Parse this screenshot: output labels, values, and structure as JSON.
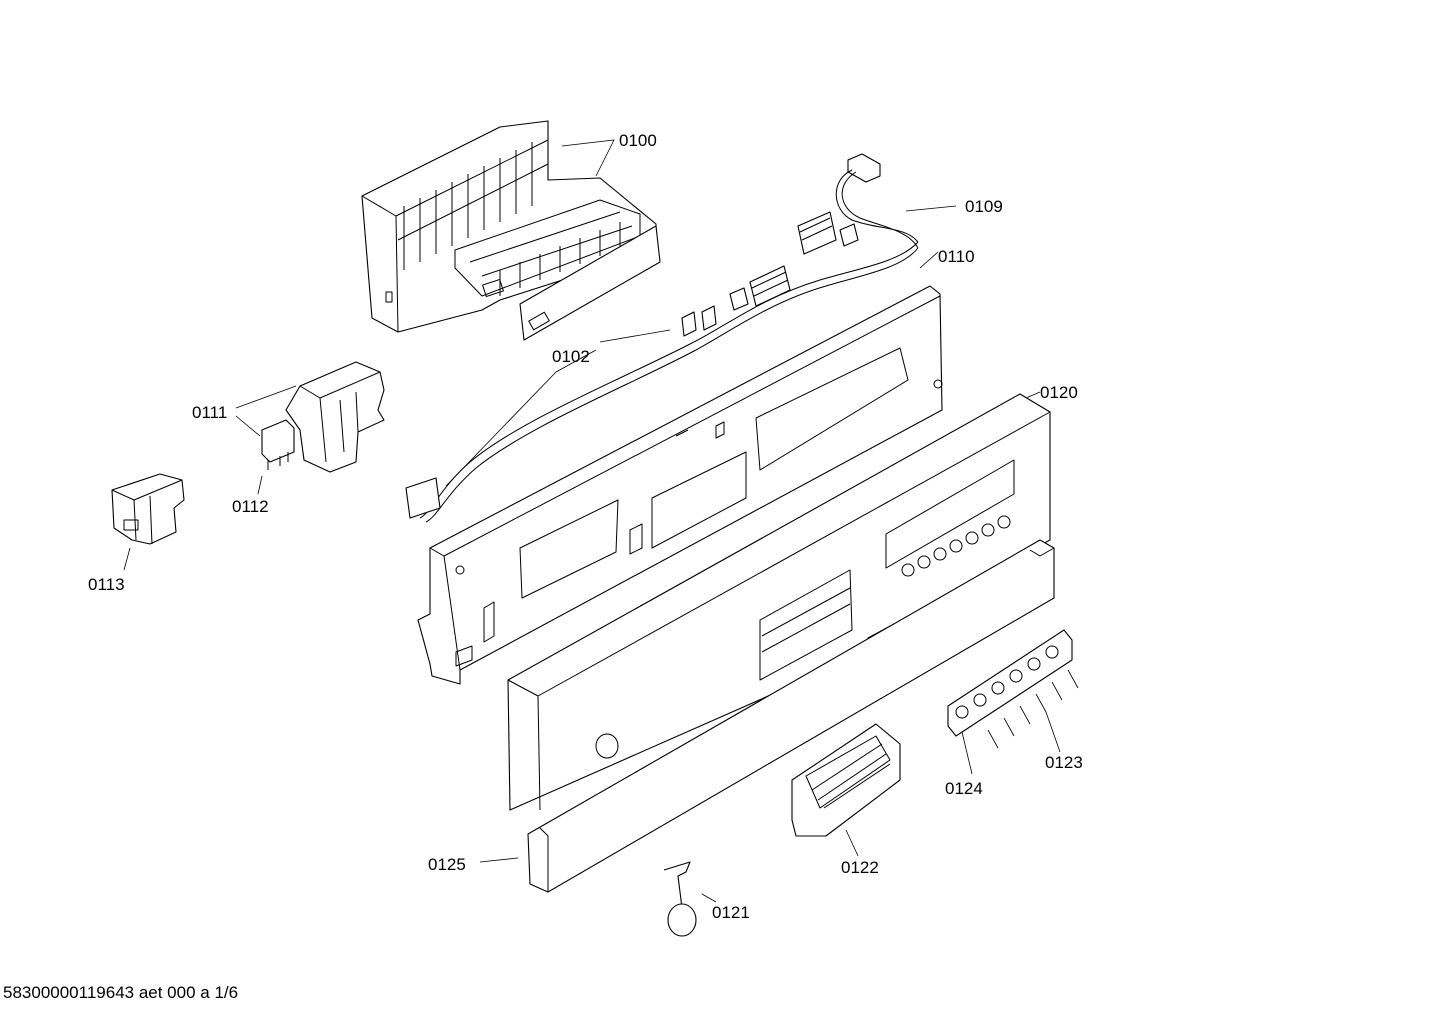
{
  "diagram": {
    "labels": {
      "p0100": "0100",
      "p0109": "0109",
      "p0110": "0110",
      "p0102": "0102",
      "p0111": "0111",
      "p0112": "0112",
      "p0113": "0113",
      "p0120": "0120",
      "p0123": "0123",
      "p0124": "0124",
      "p0125": "0125",
      "p0122": "0122",
      "p0121": "0121"
    },
    "footer": "58300000119643 aet 000 a 1/6"
  }
}
